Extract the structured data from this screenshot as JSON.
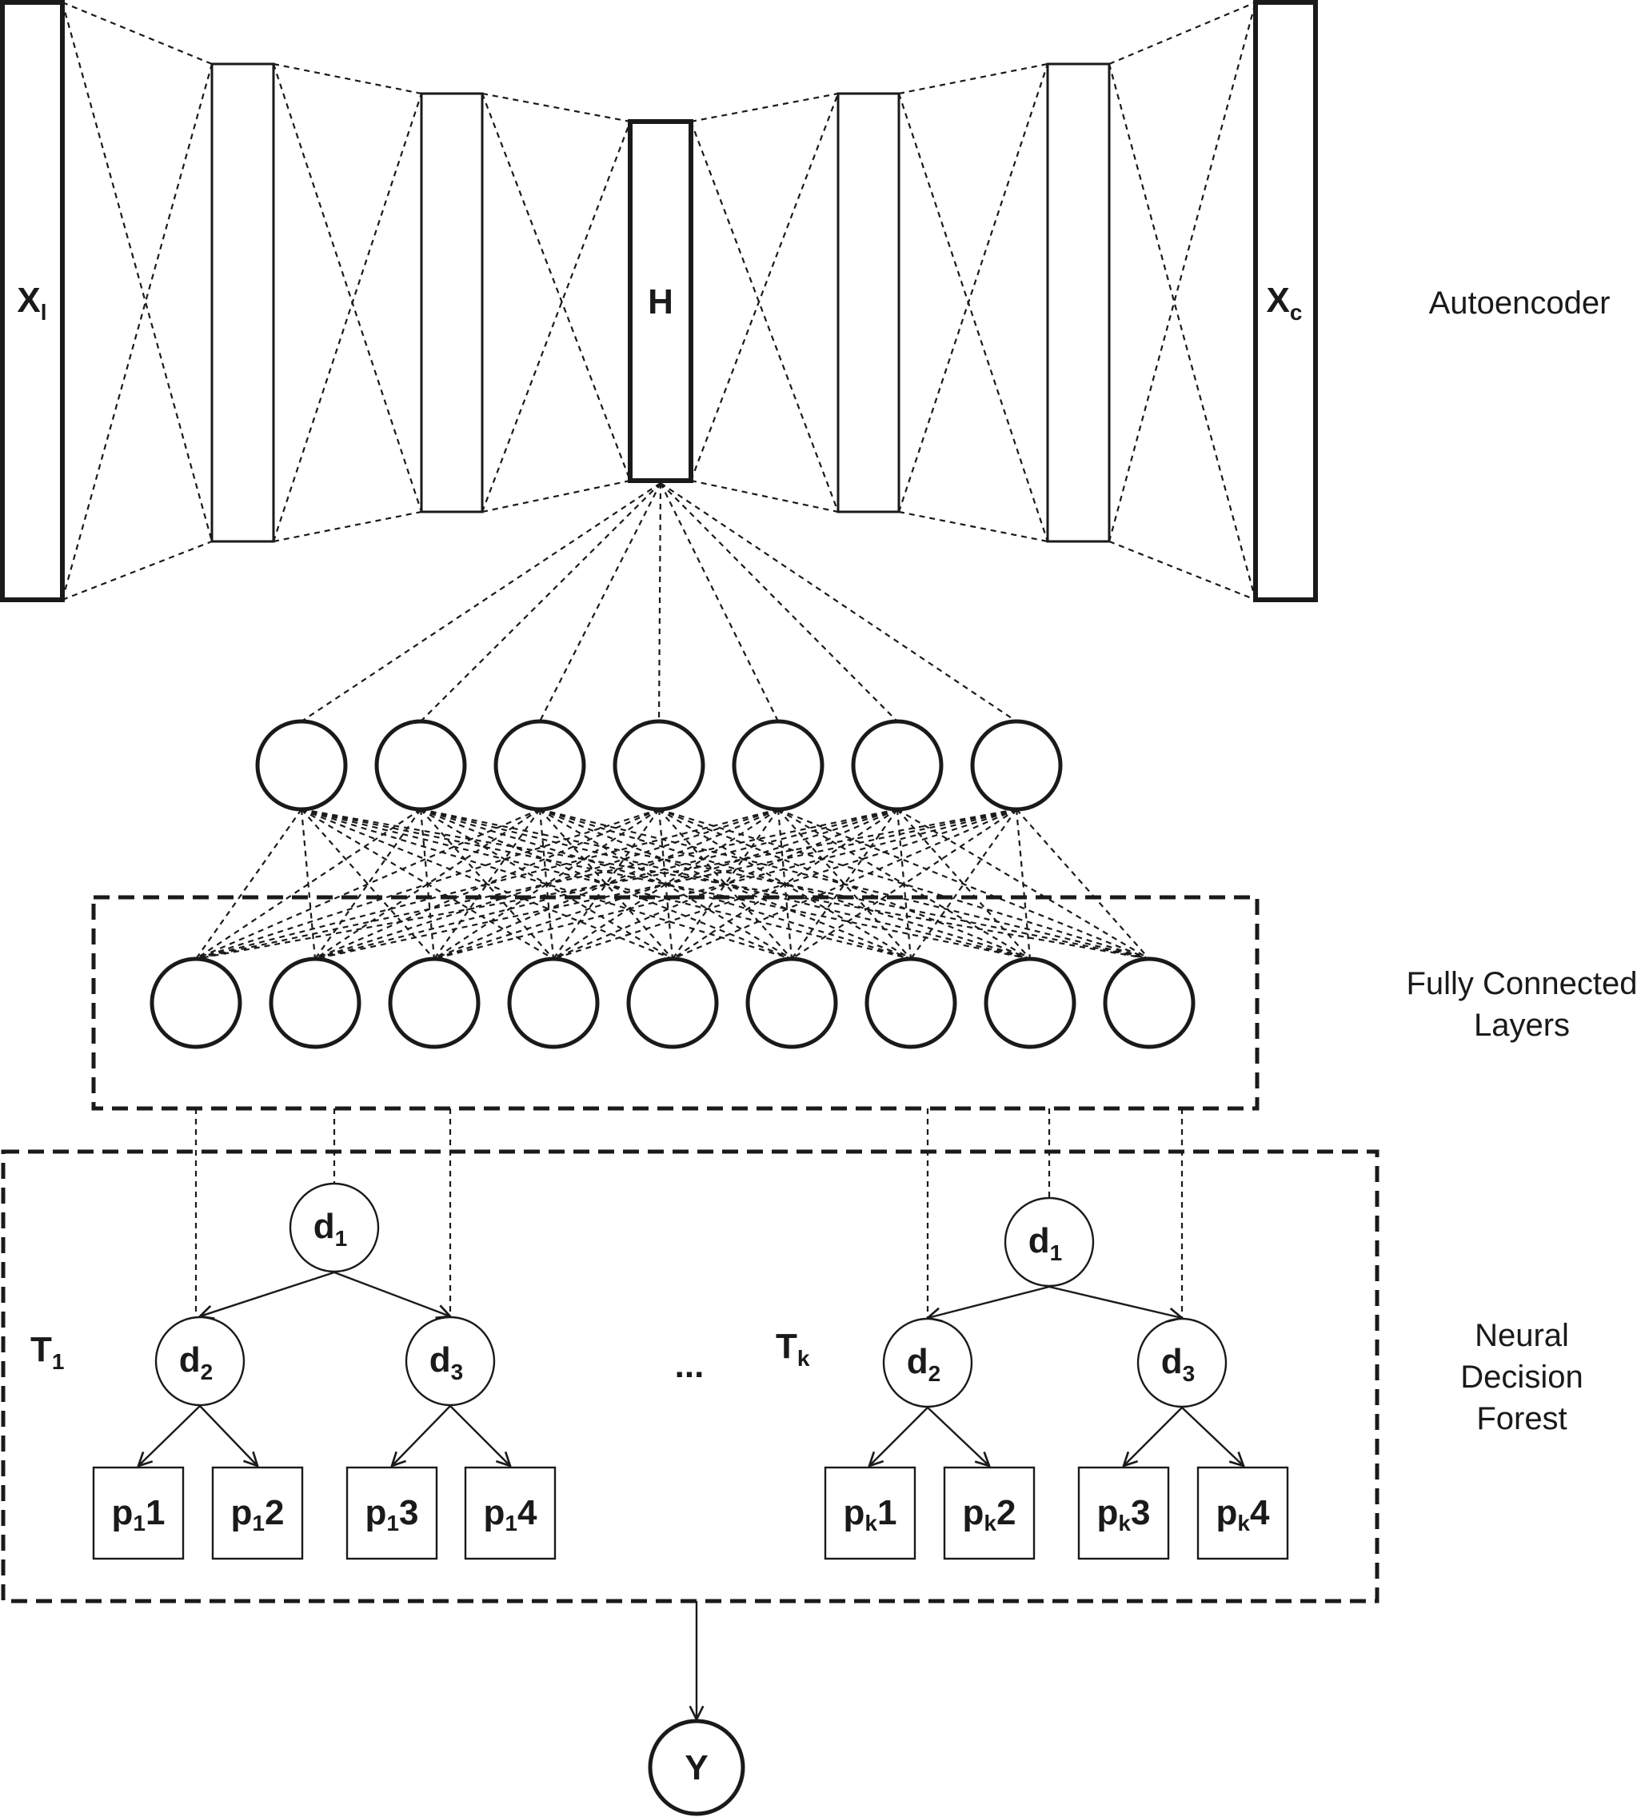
{
  "autoencoder": {
    "section_label": "Autoencoder",
    "input_label": "X",
    "input_sub": "l",
    "hidden_label": "H",
    "output_label": "X",
    "output_sub": "c"
  },
  "fully_connected": {
    "section_label_line1": "Fully Connected",
    "section_label_line2": "Layers",
    "layer1_nodes": 7,
    "layer2_nodes": 9
  },
  "forest": {
    "section_label_line1": "Neural",
    "section_label_line2": "Decision",
    "section_label_line3": "Forest",
    "ellipsis": "...",
    "trees": [
      {
        "label": "T",
        "label_sub": "1",
        "decisions": [
          {
            "main": "d",
            "sub": "1"
          },
          {
            "main": "d",
            "sub": "2"
          },
          {
            "main": "d",
            "sub": "3"
          }
        ],
        "leaves": [
          {
            "main": "p",
            "sub": "1",
            "tail": "1"
          },
          {
            "main": "p",
            "sub": "1",
            "tail": "2"
          },
          {
            "main": "p",
            "sub": "1",
            "tail": "3"
          },
          {
            "main": "p",
            "sub": "1",
            "tail": "4"
          }
        ]
      },
      {
        "label": "T",
        "label_sub": "k",
        "decisions": [
          {
            "main": "d",
            "sub": "1"
          },
          {
            "main": "d",
            "sub": "2"
          },
          {
            "main": "d",
            "sub": "3"
          }
        ],
        "leaves": [
          {
            "main": "p",
            "sub": "k",
            "tail": "1"
          },
          {
            "main": "p",
            "sub": "k",
            "tail": "2"
          },
          {
            "main": "p",
            "sub": "k",
            "tail": "3"
          },
          {
            "main": "p",
            "sub": "k",
            "tail": "4"
          }
        ]
      }
    ]
  },
  "output": {
    "label": "Y"
  }
}
